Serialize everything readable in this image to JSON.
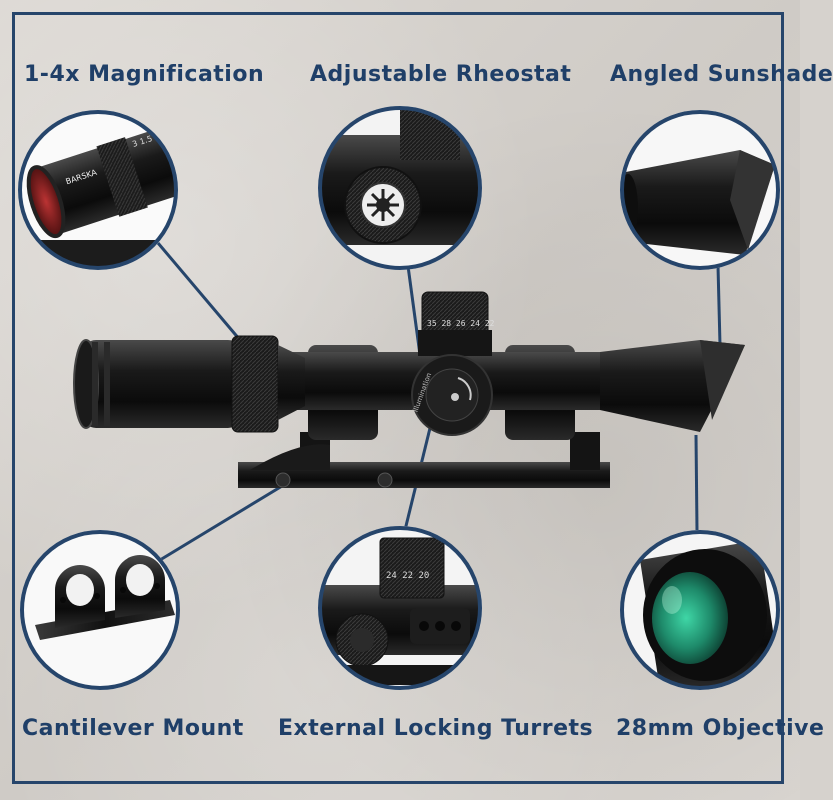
{
  "labels": {
    "magnification": "1-4x Magnification",
    "rheostat": "Adjustable Rheostat",
    "sunshade": "Angled Sunshade",
    "mount": "Cantilever Mount",
    "turrets": "External Locking Turrets",
    "objective": "28mm Objective"
  },
  "scope_markings": {
    "brand": "BARSKA",
    "turret_numbers": "35 28 26 24 22",
    "rheostat_text": "illumination"
  },
  "colors": {
    "frame": "#26456b",
    "label_text": "#1f3f68",
    "circle_border": "#26456b",
    "lens_green": "#1e8a6a"
  },
  "icons": [
    "scope-body",
    "cantilever-mount",
    "rheostat-knob",
    "objective-lens",
    "sunshade-tube",
    "eyepiece"
  ]
}
